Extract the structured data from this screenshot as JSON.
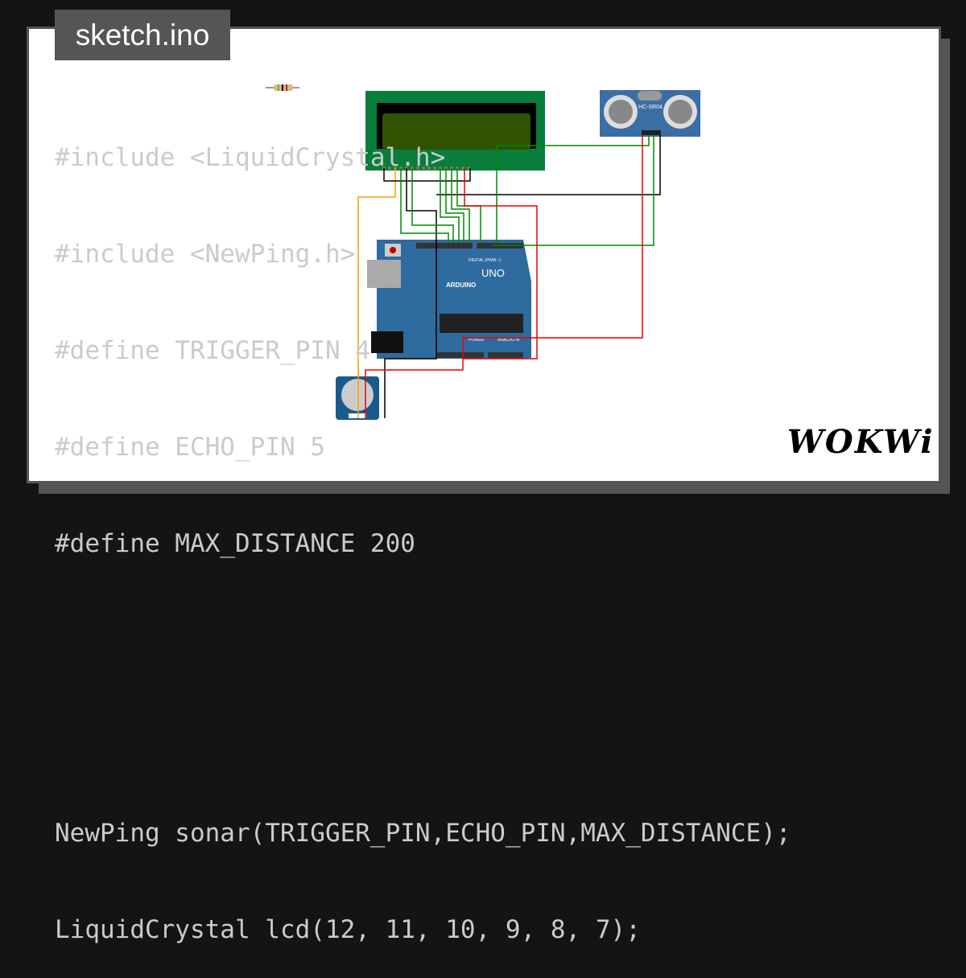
{
  "title": "sketch.ino",
  "code_lines": [
    "#include <LiquidCrystal.h>",
    "#include <NewPing.h>",
    "#define TRIGGER_PIN 4",
    "#define ECHO_PIN 5",
    "#define MAX_DISTANCE 200",
    "",
    "",
    "NewPing sonar(TRIGGER_PIN,ECHO_PIN,MAX_DISTANCE);",
    "LiquidCrystal lcd(12, 11, 10, 9, 8, 7);"
  ],
  "logo": "WOKWi",
  "components": {
    "sensor_label": "HC-SR04",
    "board_label": "ARDUINO",
    "board_model": "UNO",
    "digital_label": "DIGITAL (PWM ~)",
    "power_label": "POWER",
    "analog_label": "ANALOG IN"
  }
}
